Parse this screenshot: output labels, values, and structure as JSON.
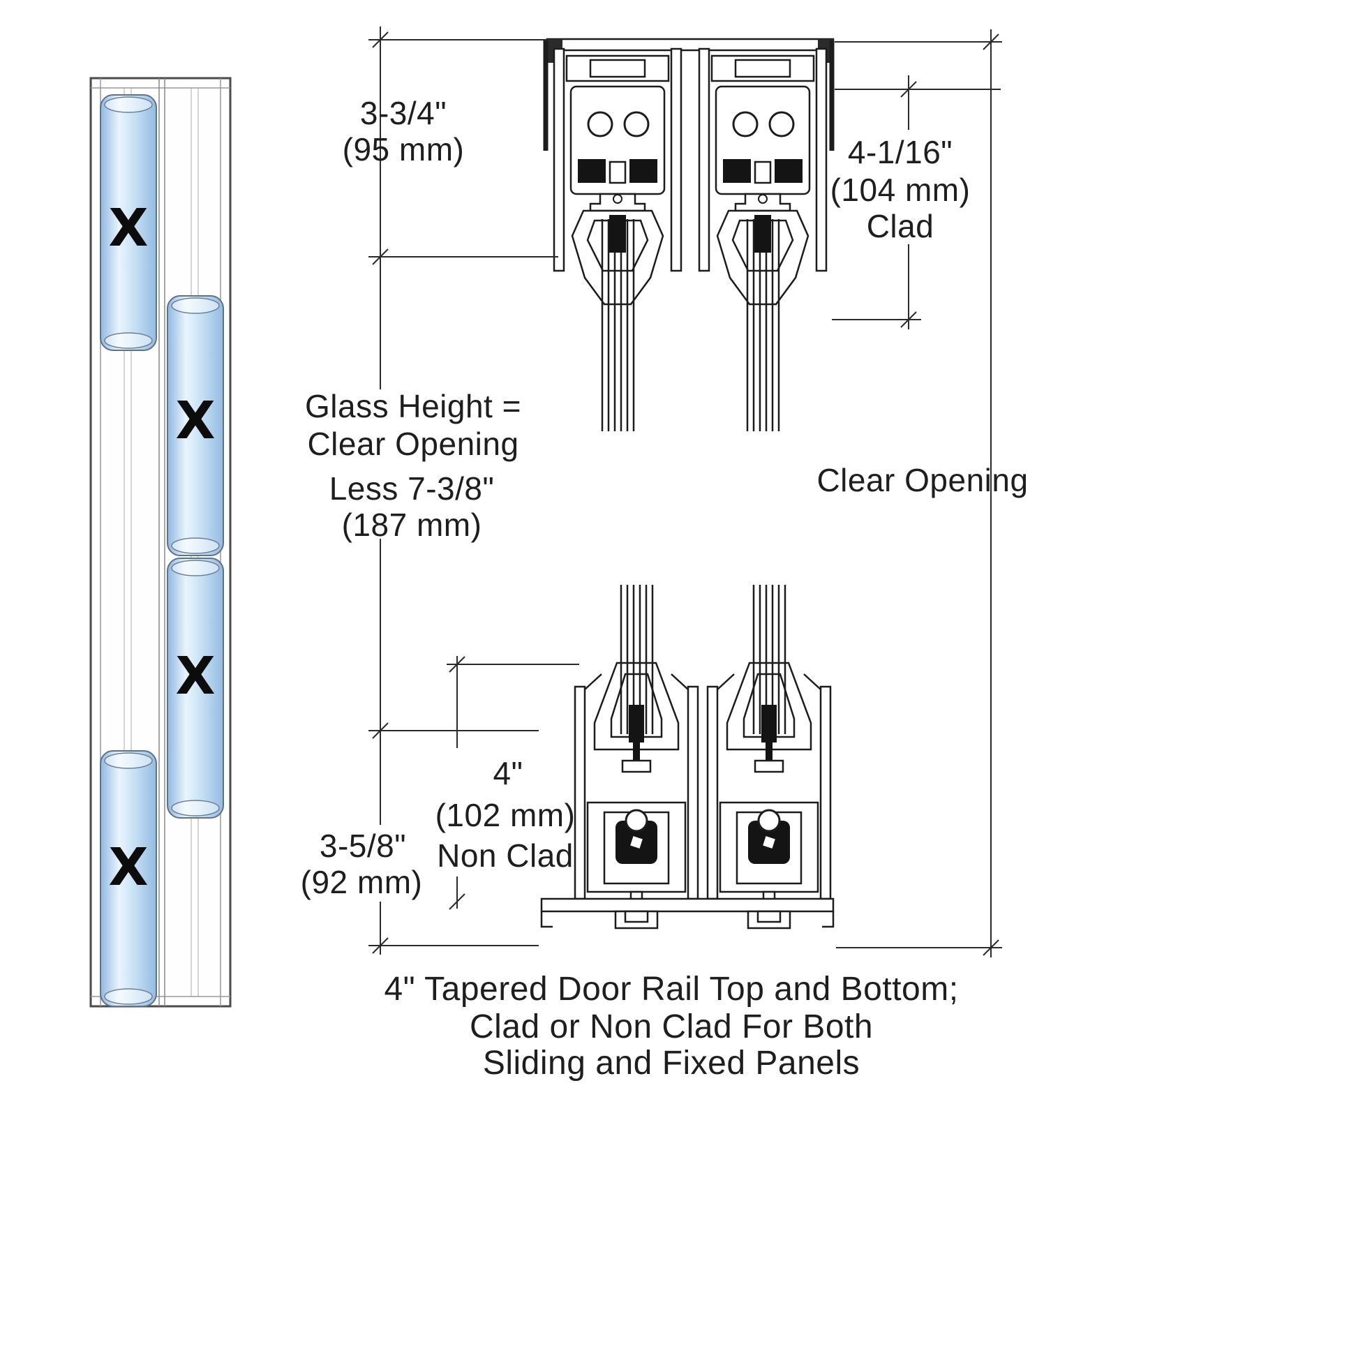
{
  "panel_marker": "X",
  "dimensions": {
    "top_left": {
      "line1": "3-3/4\"",
      "line2": "(95 mm)"
    },
    "top_right": {
      "line1": "4-1/16\"",
      "line2": "(104 mm)",
      "line3": "Clad"
    },
    "glass_height": {
      "line1": "Glass Height =",
      "line2": "Clear Opening",
      "line3": "Less 7-3/8\"",
      "line4": "(187 mm)"
    },
    "clear_opening": "Clear Opening",
    "mid": {
      "line1": "4\"",
      "line2": "(102 mm)",
      "line3": "Non Clad"
    },
    "bottom_left": {
      "line1": "3-5/8\"",
      "line2": "(92 mm)"
    }
  },
  "caption": {
    "line1": "4\" Tapered Door Rail Top and Bottom;",
    "line2": "Clad or Non Clad For Both",
    "line3": "Sliding and Fixed Panels"
  },
  "colors": {
    "glass_blue": "#aecdea",
    "glass_highlight": "#e9f4fd",
    "line_dark": "#1c1c1c",
    "dimension_line": "#2b2b2b"
  }
}
